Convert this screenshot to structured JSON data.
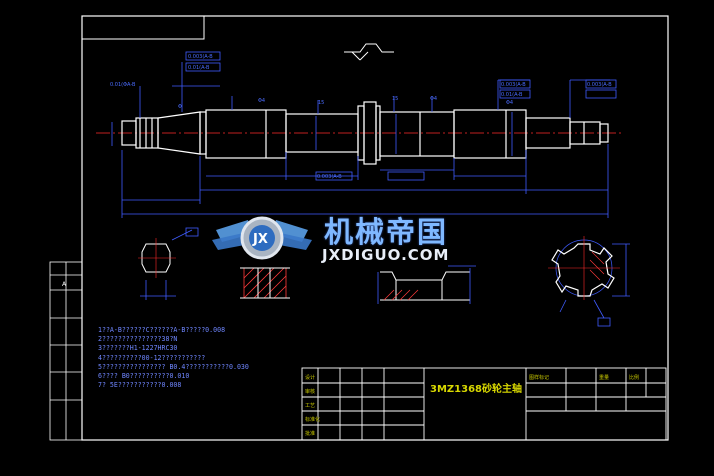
{
  "drawing": {
    "title": "3MZ1368砂轮主轴",
    "side_label": "A",
    "notes": [
      "1??A-B??????C??????A-B?????0.008",
      "2???????????????38?N",
      "3???????H1-1227HRC30",
      "4??????????00-12???????????",
      "5????????????????  B0.4???????????0.030",
      "6???? B0??????????0.010",
      "7? 5E???????????0.008"
    ],
    "dimension_labels": {
      "d1": "Φ",
      "d2": "Φ4",
      "d3": "15",
      "d4": "15",
      "d5": "Φ4",
      "d6": "Φ4",
      "tol1": "0.01(ΦA-B",
      "tol2": "0.003(A-B",
      "tol3": "0.01(A-B",
      "tol4": "0.003(A-B",
      "tol5": "0.01(A-B",
      "tol6": "0.003(A-B",
      "tol7": "0.003(A-B"
    },
    "title_block": {
      "rows": [
        "设计",
        "审核",
        "工艺",
        "标准化",
        "批准"
      ],
      "right_cells": [
        "图样标记",
        "重量",
        "比例"
      ]
    },
    "colors": {
      "background": "#000000",
      "frame": "#ffffff",
      "part": "#ffffff",
      "dimensions": "#3f5cff",
      "centerline": "#ff2a2a",
      "hatch": "#ff3a3a",
      "title_text": "#d8d800"
    }
  },
  "watermark": {
    "chinese": "机械帝国",
    "english": "JXDIGUO.COM",
    "logo_letters": "JX"
  }
}
